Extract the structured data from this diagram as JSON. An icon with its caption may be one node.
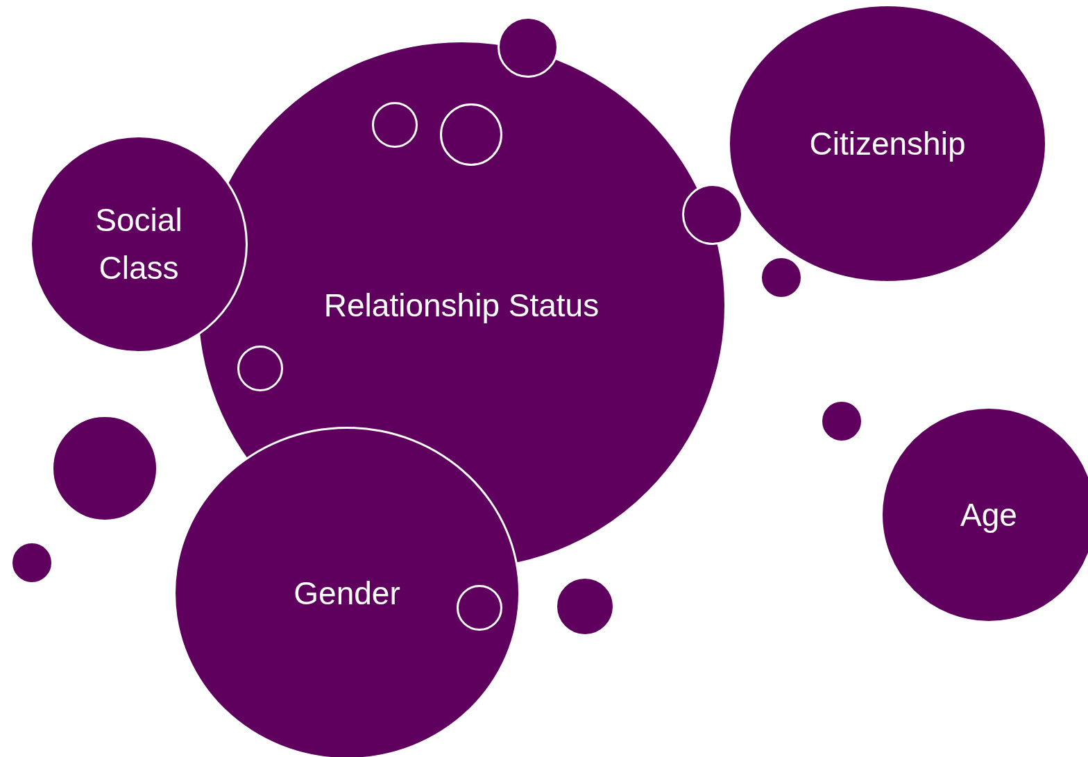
{
  "diagram": {
    "nodes": [
      {
        "text": [
          "Relationship Status"
        ]
      },
      {
        "text": [],
        "shape": "circle"
      },
      {
        "text": [],
        "shape": "circle",
        "in": 0
      },
      {
        "text": [],
        "shape": "circle",
        "in": 0
      },
      {
        "text": [
          "Citizenship"
        ]
      },
      {
        "text": [
          "Social Class"
        ]
      },
      {
        "text": [],
        "shape": "circle"
      },
      {
        "text": [],
        "shape": "circle"
      },
      {
        "text": [],
        "shape": "circle",
        "in": 0
      },
      {
        "text": [],
        "shape": "circle"
      },
      {
        "text": [],
        "shape": "circle"
      },
      {
        "text": [
          "Age"
        ]
      },
      {
        "text": [],
        "shape": "circle"
      },
      {
        "text": [
          "Gender"
        ]
      },
      {
        "text": [],
        "shape": "circle",
        "in": 13
      },
      {
        "text": [],
        "shape": "circle"
      }
    ]
  }
}
